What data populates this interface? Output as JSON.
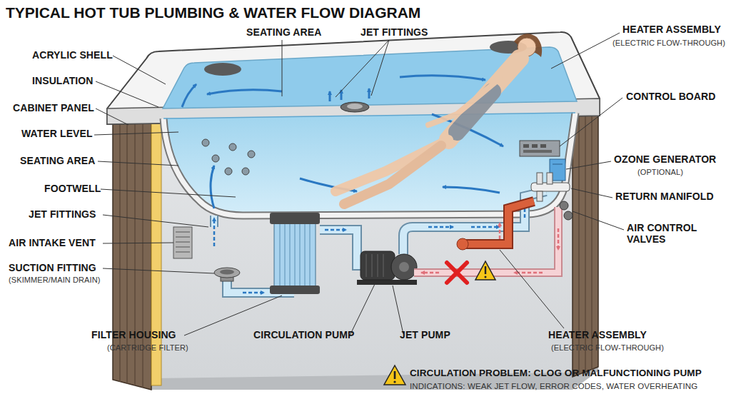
{
  "diagram": {
    "title": "TYPICAL HOT TUB PLUMBING & WATER FLOW DIAGRAM",
    "labels": [
      "ACRYLIC SHELL",
      "SEATING AREA",
      "JET FITTINGS",
      "HEATER ASSEMBLY",
      "(ELECTRIC FLOW-THROUGH)",
      "INSULATION",
      "CONTROL BOARD",
      "CABINET PANEL",
      "WATER LEVEL",
      "OZONE GENERATOR",
      "(OPTIONAL)",
      "SEATING AREA",
      "RETURN MANIFOLD",
      "FOOTWELL",
      "JET FITTINGS",
      "AIR CONTROL VALVES",
      "AIR INTAKE VENT",
      "SUCTION FITTING",
      "(SKIMMER/MAIN DRAIN)",
      "FILTER HOUSING",
      "(CARTRIDGE FILTER)",
      "CIRCULATION PUMP",
      "JET PUMP",
      "HEATER ASSEMBLY",
      "(ELECTRIC FLOW-THROUGH)",
      "CIRCULATION PROBLEM: CLOG OR MALFUNCTIONING PUMP",
      "INDICATIONS: WEAK JET FLOW, ERROR CODES, WATER OVERHEATING"
    ]
  }
}
